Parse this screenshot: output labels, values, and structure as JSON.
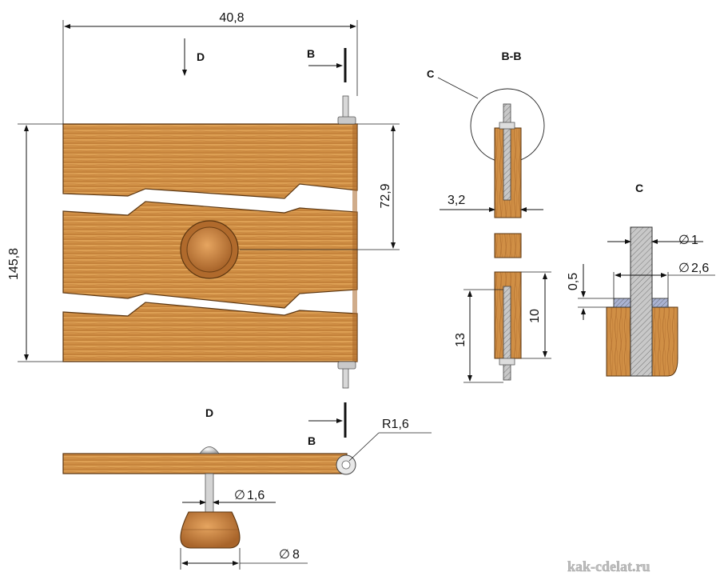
{
  "labels": {
    "width_dim": "40,8",
    "height_dim": "145,8",
    "half_height_dim": "72,9",
    "view_d_arrow": "D",
    "section_b_top": "B",
    "section_b_bottom": "B",
    "section_title": "B-B",
    "callout_c": "C",
    "detail_c_title": "C",
    "dim_3_2": "3,2",
    "dim_13": "13",
    "dim_10": "10",
    "dim_d1": "1",
    "dim_d2_6": "2,6",
    "dim_0_5": "0,5",
    "view_d_title": "D",
    "dim_r1_6": "R1,6",
    "dim_d1_6": "1,6",
    "dim_d8": "8",
    "watermark": "kak-cdelat.ru"
  },
  "icons": {
    "diameter": "diameter-symbol-icon",
    "arrow": "arrow-icon"
  },
  "colors": {
    "wood_light": "#dc9a4c",
    "wood_mid": "#c98438",
    "wood_dark": "#8a5220",
    "metal": "#c8c8c8",
    "hatch_gray": "#a9a9a9",
    "washer_blue": "#9aa6c8"
  }
}
